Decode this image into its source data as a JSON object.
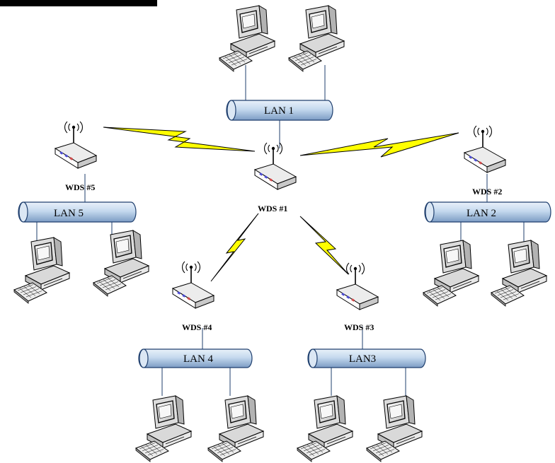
{
  "lans": [
    {
      "id": "lan1",
      "label": "LAN 1"
    },
    {
      "id": "lan2",
      "label": "LAN 2"
    },
    {
      "id": "lan3",
      "label": "LAN3"
    },
    {
      "id": "lan4",
      "label": "LAN 4"
    },
    {
      "id": "lan5",
      "label": "LAN 5"
    }
  ],
  "wds": [
    {
      "id": "wds1",
      "label": "WDS #1"
    },
    {
      "id": "wds2",
      "label": "WDS #2"
    },
    {
      "id": "wds3",
      "label": "WDS #3"
    },
    {
      "id": "wds4",
      "label": "WDS #4"
    },
    {
      "id": "wds5",
      "label": "WDS #5"
    }
  ],
  "colors": {
    "lan_fill": "#bcd3ea",
    "lan_stroke": "#1f3f6e",
    "wireless_bolt": "#ffff00",
    "device_gray": "#e6e6e6",
    "router_led_blue": "#4b4bd1"
  },
  "icons": [
    "desktop-computer-icon",
    "wireless-router-icon",
    "lightning-link-icon",
    "lan-bus-pipe-icon"
  ]
}
